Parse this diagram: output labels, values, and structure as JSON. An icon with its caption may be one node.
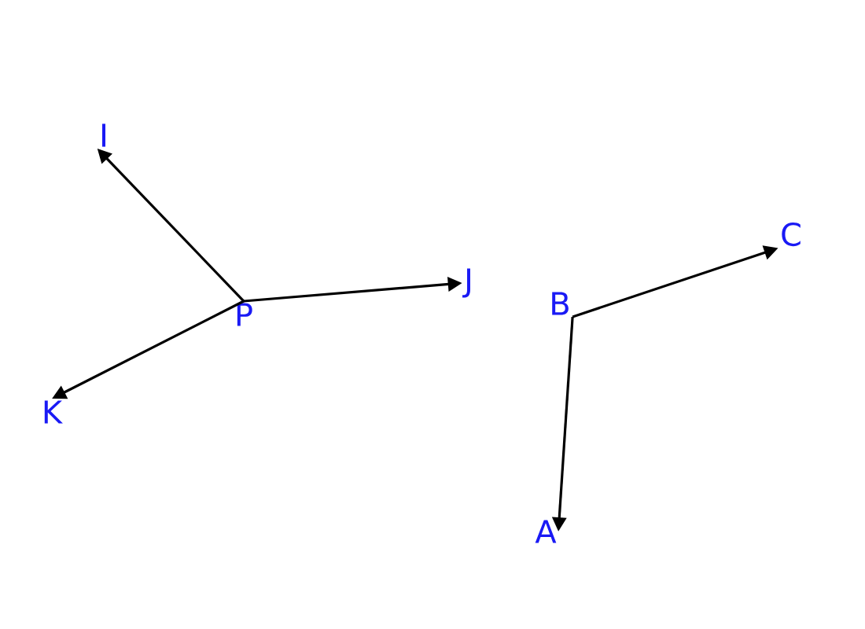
{
  "diagram": {
    "nodes": [
      {
        "text": [
          "I"
        ]
      },
      {
        "text": [
          "J"
        ]
      },
      {
        "text": [
          "K"
        ]
      },
      {
        "text": [
          "P"
        ]
      },
      {
        "text": [
          "B"
        ]
      },
      {
        "text": [
          "C"
        ]
      },
      {
        "text": [
          "A"
        ]
      }
    ],
    "edges": [
      {
        "from": 3,
        "to": 0,
        "arrow": "to"
      },
      {
        "from": 3,
        "to": 1,
        "arrow": "to"
      },
      {
        "from": 3,
        "to": 2,
        "arrow": "to"
      },
      {
        "from": 4,
        "to": 5,
        "arrow": "to"
      },
      {
        "from": 4,
        "to": 6,
        "arrow": "to"
      }
    ]
  }
}
